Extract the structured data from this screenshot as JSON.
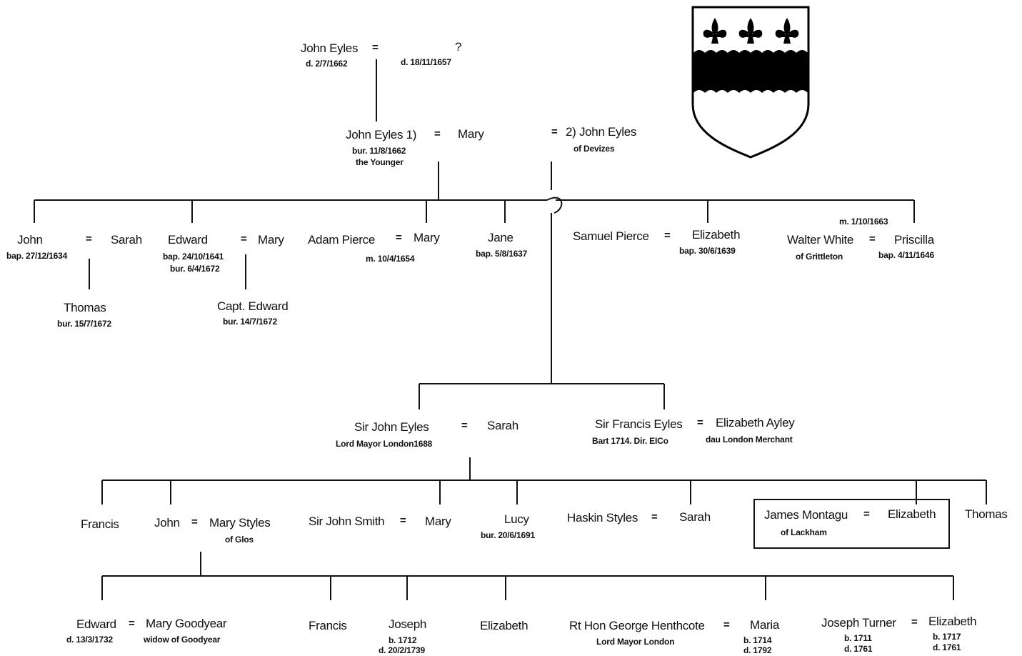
{
  "tree": {
    "gen1": {
      "john_eyles": "John Eyles",
      "john_eyles_date": "d. 2/7/1662",
      "wife": "?",
      "wife_date": "d. 18/11/1657"
    },
    "gen2": {
      "john_eyles_younger": "John Eyles  1)",
      "john_eyles_bur": "bur. 11/8/1662",
      "john_eyles_note": "the Younger",
      "mary": "Mary",
      "second_husband": "2)  John Eyles",
      "second_husband_note": "of Devizes"
    },
    "gen3": {
      "john": "John",
      "john_bap": "bap. 27/12/1634",
      "sarah": "Sarah",
      "thomas": "Thomas",
      "thomas_bur": "bur. 15/7/1672",
      "edward": "Edward",
      "edward_bap": "bap. 24/10/1641",
      "edward_bur": "bur. 6/4/1672",
      "mary_wife": "Mary",
      "capt_edward": "Capt. Edward",
      "capt_edward_bur": "bur. 14/7/1672",
      "adam_pierce": "Adam Pierce",
      "mary_daughter": "Mary",
      "mary_married": "m. 10/4/1654",
      "jane": "Jane",
      "jane_bap": "bap. 5/8/1637",
      "samuel_pierce": "Samuel Pierce",
      "elizabeth": "Elizabeth",
      "elizabeth_bap": "bap. 30/6/1639",
      "walter_white": "Walter White",
      "walter_white_note": "of Grittleton",
      "priscilla": "Priscilla",
      "priscilla_married": "m. 1/10/1663",
      "priscilla_bap": "bap. 4/11/1646"
    },
    "gen4": {
      "sir_john_eyles": "Sir John Eyles",
      "sir_john_note": "Lord Mayor London1688",
      "sarah": "Sarah",
      "sir_francis_eyles": "Sir Francis Eyles",
      "sir_francis_note": "Bart 1714.  Dir. EICo",
      "elizabeth_ayley": "Elizabeth Ayley",
      "elizabeth_ayley_note": "dau London Merchant"
    },
    "gen5": {
      "francis": "Francis",
      "john": "John",
      "mary_styles": "Mary Styles",
      "mary_styles_note": "of Glos",
      "sir_john_smith": "Sir John Smith",
      "mary": "Mary",
      "lucy": "Lucy",
      "lucy_bur": "bur. 20/6/1691",
      "haskin_styles": "Haskin Styles",
      "sarah": "Sarah",
      "james_montagu": "James Montagu",
      "james_montagu_note": "of Lackham",
      "elizabeth": "Elizabeth",
      "thomas": "Thomas"
    },
    "gen6": {
      "edward": "Edward",
      "edward_date": "d. 13/3/1732",
      "mary_goodyear": "Mary Goodyear",
      "mary_goodyear_note": "widow of Goodyear",
      "francis": "Francis",
      "joseph": "Joseph",
      "joseph_born": "b. 1712",
      "joseph_died": "d. 20/2/1739",
      "elizabeth": "Elizabeth",
      "george_heathcote": "Rt Hon George Henthcote",
      "george_heathcote_note": "Lord Mayor London",
      "maria": "Maria",
      "maria_born": "b. 1714",
      "maria_died": "d. 1792",
      "joseph_turner": "Joseph Turner",
      "joseph_turner_born": "b. 1711",
      "joseph_turner_died": "d. 1761",
      "elizabeth_turner": "Elizabeth",
      "elizabeth_turner_born": "b. 1717",
      "elizabeth_turner_died": "d. 1761"
    },
    "marriage_symbol": "="
  },
  "coat_of_arms": {
    "icon": "shield-with-three-fleur-de-lis-icon",
    "colors": {
      "field": "#ffffff",
      "chief": "#000000",
      "charges": "#000000"
    }
  }
}
